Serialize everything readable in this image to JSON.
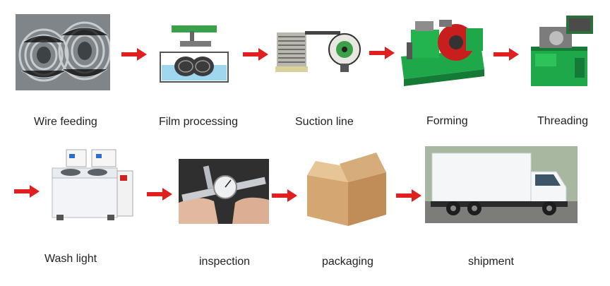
{
  "colors": {
    "arrow": "#e02020",
    "machine_green": "#1fa84a",
    "box_brown": "#c89a64"
  },
  "steps": [
    {
      "label": "Wire feeding",
      "icon": "wire-coil-icon"
    },
    {
      "label": "Film processing",
      "icon": "film-tank-icon"
    },
    {
      "label": "Suction line",
      "icon": "suction-drum-icon"
    },
    {
      "label": "Forming",
      "icon": "forming-machine-icon"
    },
    {
      "label": "Threading",
      "icon": "threading-machine-icon"
    },
    {
      "label": "Wash light",
      "icon": "wash-machine-icon"
    },
    {
      "label": "inspection",
      "icon": "caliper-icon"
    },
    {
      "label": "packaging",
      "icon": "cardboard-box-icon"
    },
    {
      "label": "shipment",
      "icon": "delivery-truck-icon"
    }
  ]
}
